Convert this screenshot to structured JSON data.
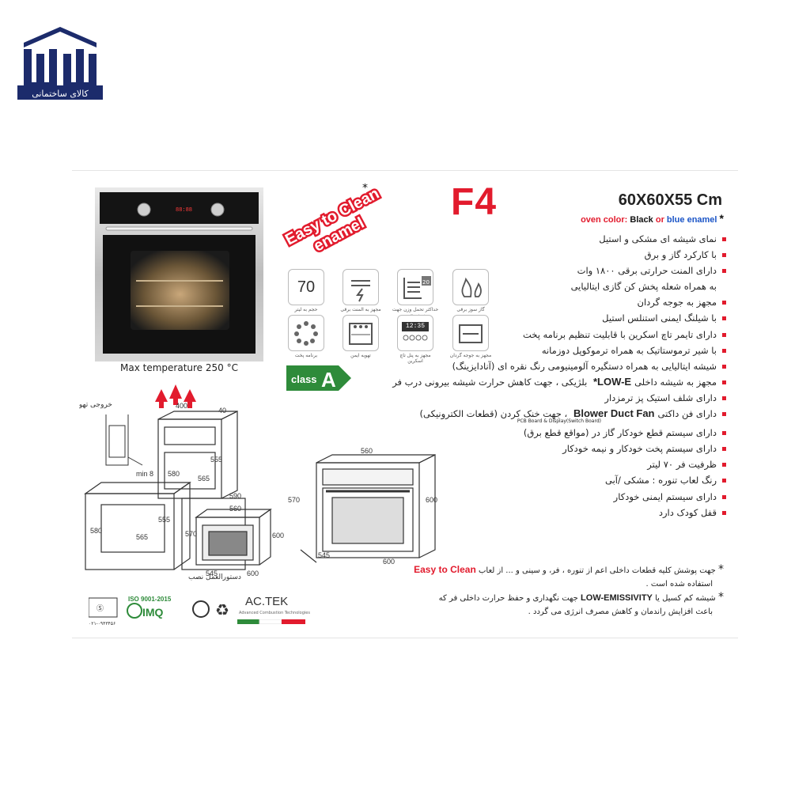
{
  "logo": {
    "caption": "کالای ساختمانی"
  },
  "photo": {
    "max_temp": "Max temperature 250 °C"
  },
  "badge": {
    "line1": "Easy to Clean",
    "line2": "enamel",
    "star": "*"
  },
  "model": "F4",
  "dims": "60X60X55 Cm",
  "oven_color": {
    "label": "oven color:",
    "black": "Black",
    "or": "or",
    "blue": "blue enamel",
    "star": "*"
  },
  "icons": [
    {
      "name": "70",
      "label": "حجم به لیتر"
    },
    {
      "name": "electric-icon",
      "label": "مجهز به المنت برقی"
    },
    {
      "name": "rack-20-icon",
      "label": "حداکثر تحمل وزن جهت سینی تنور"
    },
    {
      "name": "gas-flame-icon",
      "label": "گاز سوز برقی"
    },
    {
      "name": "programs-icon",
      "label": "برنامه پخت"
    },
    {
      "name": "fan-icon",
      "label": "تهویه ایمن"
    },
    {
      "name": "timer-icon",
      "display": "12:35",
      "label": "مجهز به پنل تاچ اسکرین"
    },
    {
      "name": "rotisserie-icon",
      "label": "مجهز به جوجه گردان"
    }
  ],
  "features": [
    {
      "t": "نمای شیشه ای مشکی و استیل"
    },
    {
      "t": "با کارکرد گاز و برق"
    },
    {
      "t": "دارای المنت حرارتی برقی ۱۸۰۰ وات"
    },
    {
      "t": "به همراه شعله پخش کن گازی ایتالیایی",
      "nob": true
    },
    {
      "t": "مجهز به جوجه گردان"
    },
    {
      "t": "با شیلنگ ایمنی استنلس استیل"
    },
    {
      "t": "دارای تایمر تاچ اسکرین  با قابلیت تنظیم برنامه پخت"
    },
    {
      "t": "با شیر ترموستاتیک به همراه ترموکوپل دوزمانه"
    },
    {
      "t": "شیشه ایتالیایی به همراه دستگیره آلومینیومی رنگ نقره ای (آنادایزینگ)"
    },
    {
      "t": "مجهز به شیشه داخلی",
      "en": "LOW-E*",
      "t2": " بلژیکی ، جهت کاهش حرارت شیشه بیرونی درب فر"
    },
    {
      "t": "دارای شلف استیک پز ترمزدار"
    },
    {
      "t": "دارای فن داکتی",
      "en": "Blower Duct Fan",
      "t2": " ، جهت خنک کردن (قطعات الکترونیکی)",
      "sub": "PCB Board & Display(Switch Board)"
    },
    {
      "t": "دارای سیستم قطع خودکار گاز در (مواقع قطع برق)"
    },
    {
      "t": "دارای سیستم پخت خودکار و نیمه خودکار"
    },
    {
      "t": "ظرفیت فر ۷۰ لیتر"
    },
    {
      "t": "رنگ لعاب تنوره : مشکی /آبی"
    },
    {
      "t": "دارای سیستم ایمنی خودکار"
    },
    {
      "t": "قفل کودک دارد"
    }
  ],
  "energy_class": {
    "label": "class",
    "grade": "A"
  },
  "install": {
    "vent_label": "خروجی تهویه",
    "instruction": "دستورالعمل نصب",
    "dims": [
      "400",
      "40",
      "555",
      "565",
      "580",
      "min 8",
      "560",
      "590",
      "555",
      "565",
      "580",
      "570",
      "600",
      "545",
      "600"
    ]
  },
  "front_dims": {
    "width_top": "560",
    "height": "570",
    "height2": "600",
    "depth": "545",
    "width": "600"
  },
  "notes": {
    "n1_a": "جهت پوشش کلیه قطعات داخلی اعم از تنوره ، فر، و سینی و ... از لعاب",
    "n1_en": "Easy to Clean",
    "n1_b": "استفاده شده است .",
    "n2_a": "شیشه کم کسیل یا",
    "n2_en": "LOW-EMISSIVITY",
    "n2_b": "جهت نگهداری و حفظ حرارت داخلی فر که",
    "n2_c": "باعث افزایش راندمان و کاهش  مصرف انرژی می گردد ."
  },
  "certs": {
    "iso": "ISO 9001-2015",
    "imq": "IMQ",
    "brand": "AC.TEK",
    "brand_sub": "Advanced Combustion Technologies"
  },
  "colors": {
    "red": "#e21b2d",
    "navy": "#1c2b6b",
    "green": "#2e8b3a"
  }
}
